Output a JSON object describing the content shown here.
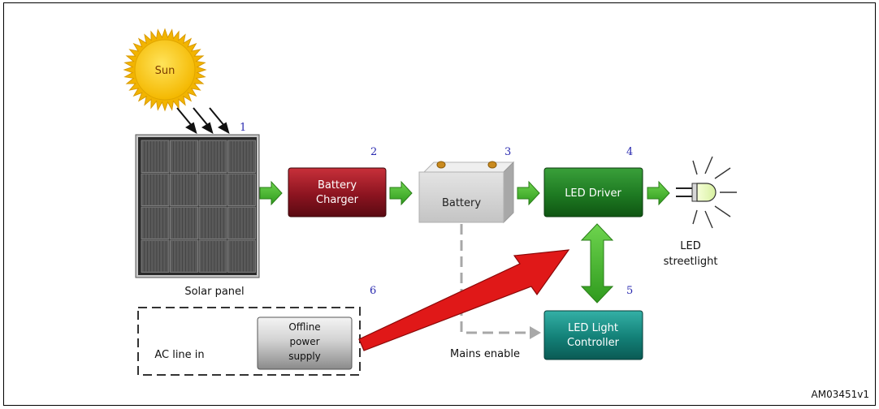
{
  "diagram": {
    "sun_label": "Sun",
    "solar_panel_label": "Solar panel",
    "battery_charger_label": [
      "Battery",
      "Charger"
    ],
    "battery_label": "Battery",
    "led_driver_label": "LED Driver",
    "led_streetlight_label": [
      "LED",
      "streetlight"
    ],
    "led_light_controller_label": [
      "LED Light",
      "Controller"
    ],
    "offline_power_supply_label": [
      "Offline",
      "power",
      "supply"
    ],
    "ac_line_in_label": "AC line in",
    "mains_enable_label": "Mains enable",
    "numbers": [
      "1",
      "2",
      "3",
      "4",
      "5",
      "6"
    ],
    "figure_id": "AM03451v1"
  }
}
